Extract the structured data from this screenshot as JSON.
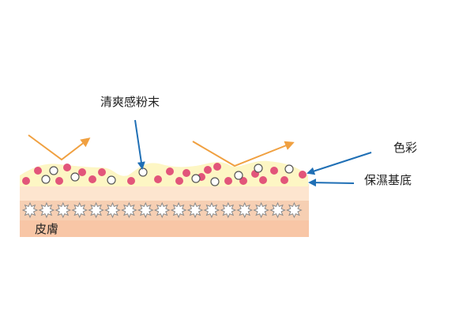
{
  "labels": {
    "powder": "清爽感粉末",
    "color": "色彩",
    "moisturizing_base": "保濕基底",
    "skin": "皮膚"
  },
  "colors": {
    "skin_layer": "#f8c6a6",
    "skin_band": "#f6cfb3",
    "base_layer": "#fde5cf",
    "cream_layer": "#fdf6c4",
    "pigment_dot": "#e2557a",
    "powder_dot_fill": "#ffffff",
    "powder_dot_stroke": "#555555",
    "pointer_arrow": "#1f6fb5",
    "reflection_arrow": "#f0a040"
  },
  "icons": {
    "skin_texture": "star-icon",
    "pigment": "circle-filled-icon",
    "powder": "circle-outline-icon"
  }
}
